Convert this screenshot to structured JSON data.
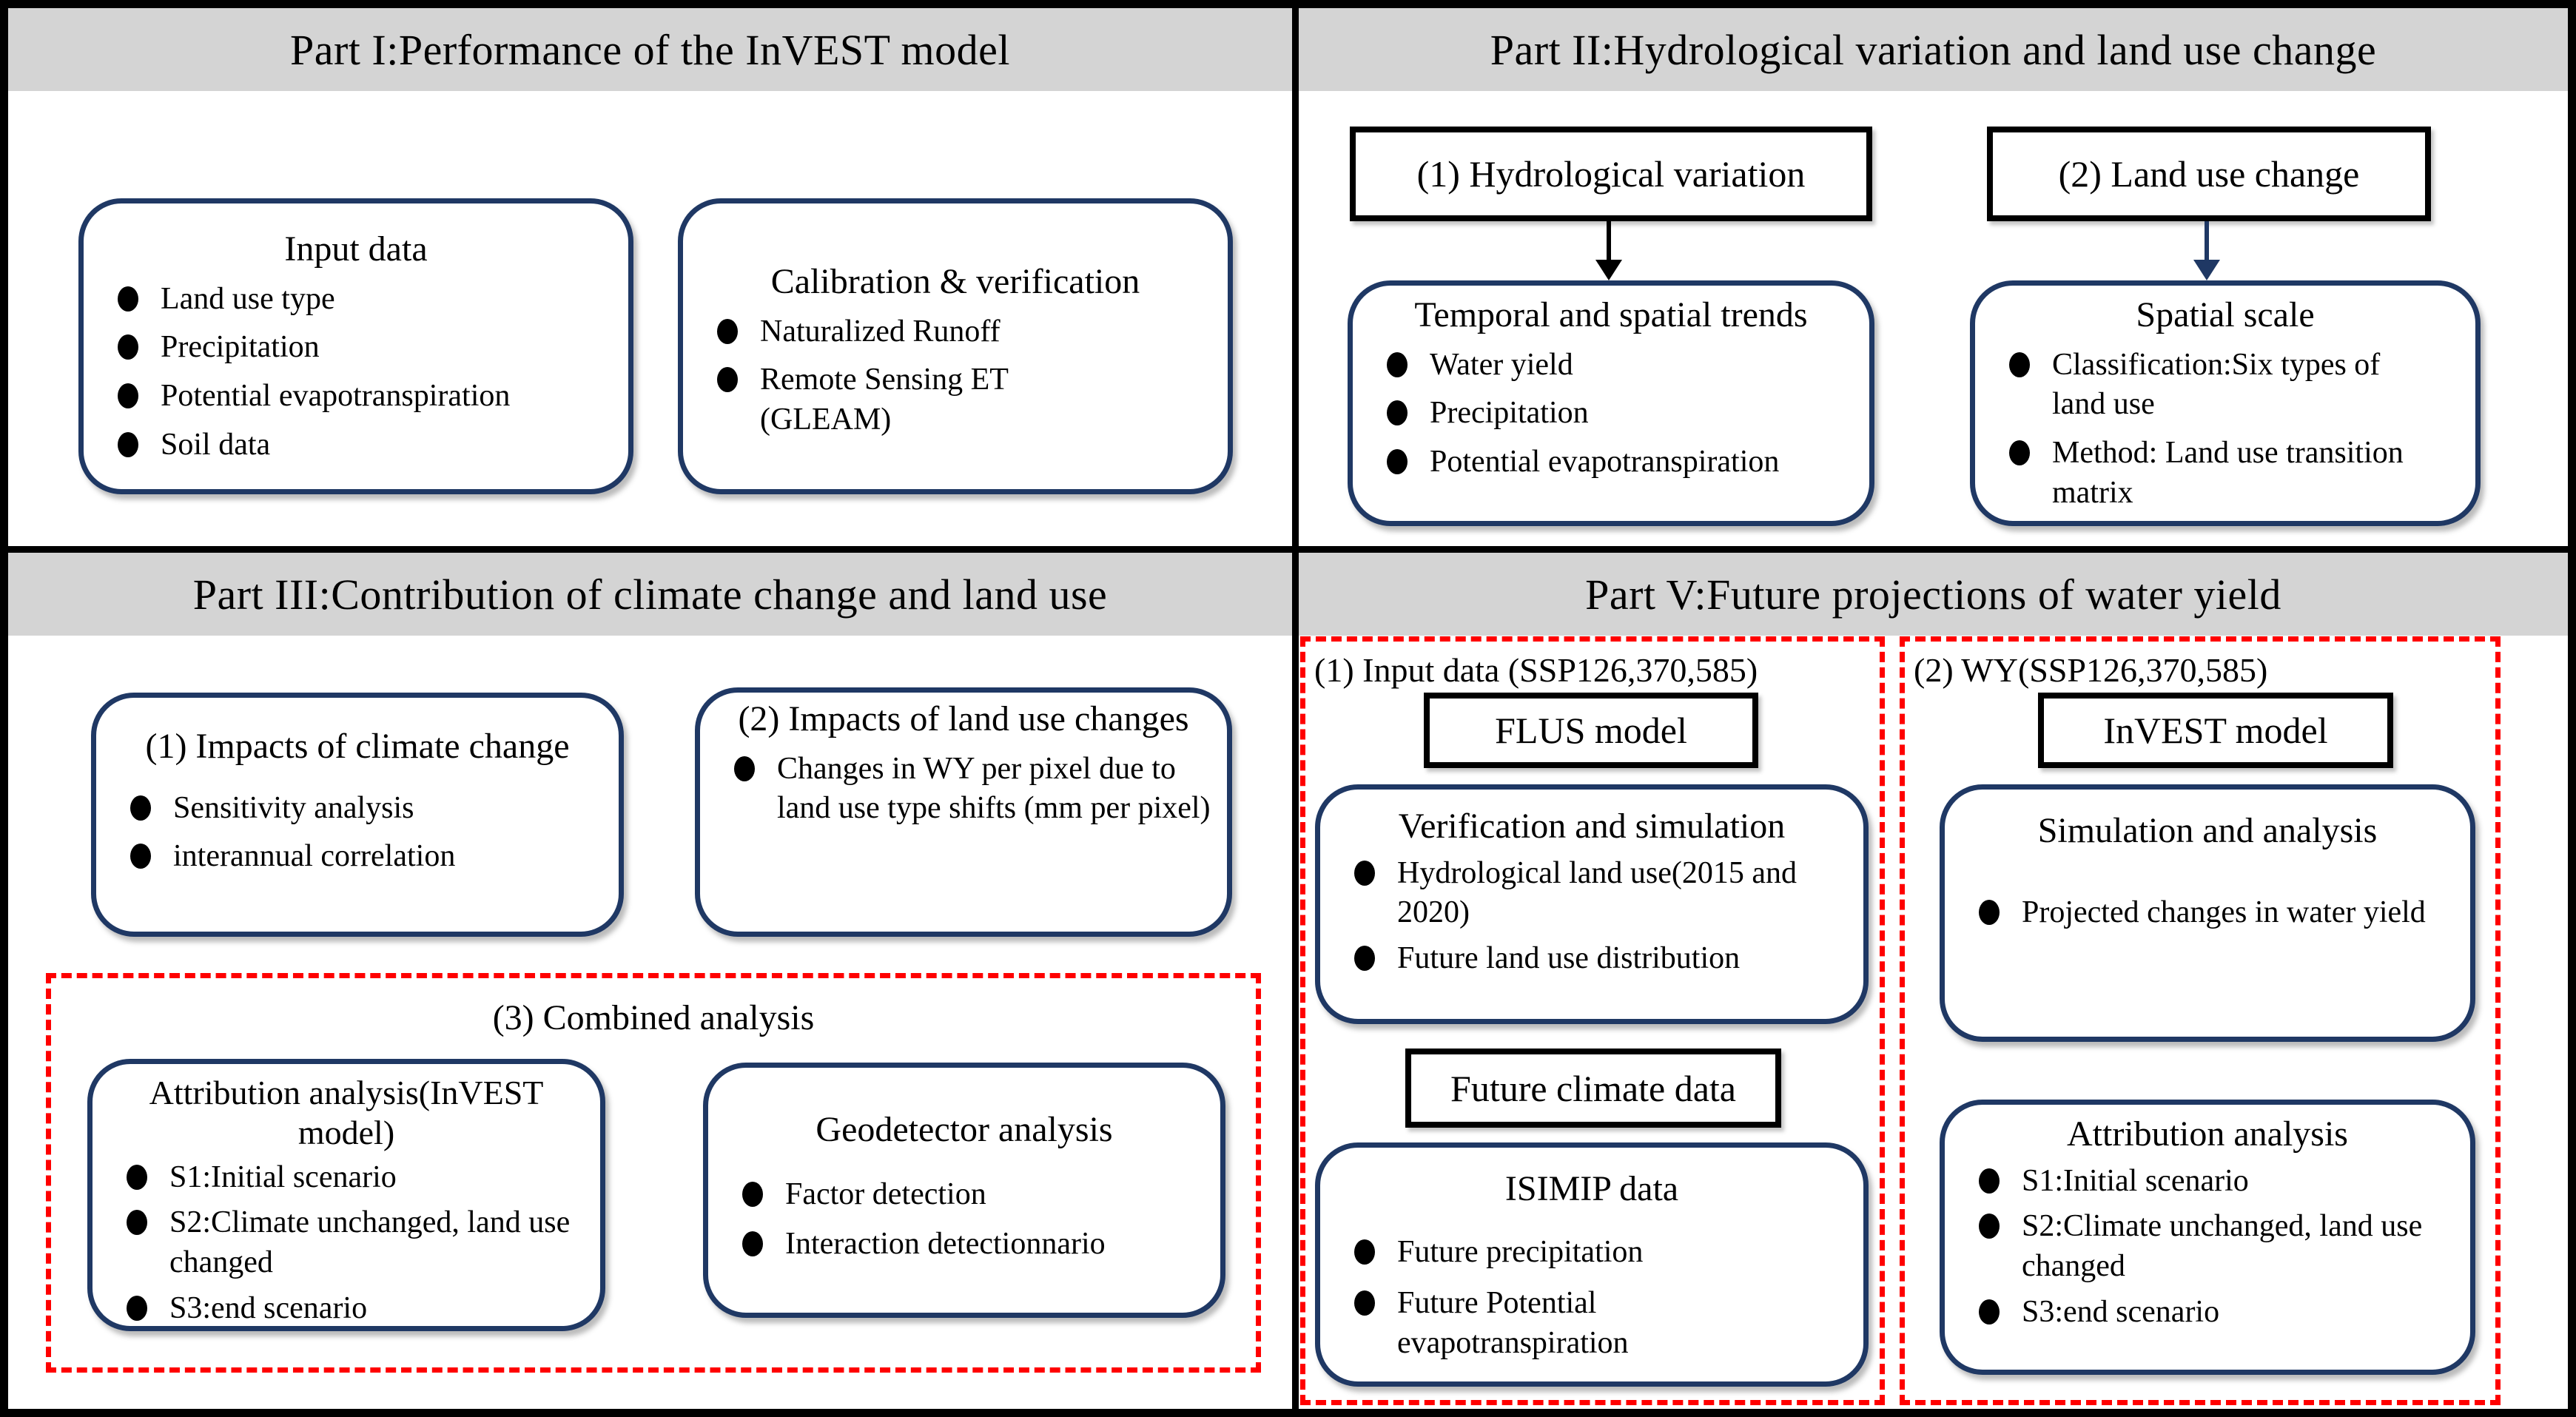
{
  "colors": {
    "box_border_navy": "#1f3864",
    "dashed_red": "#ff0000",
    "header_band_gray": "#d4d4d4",
    "line_black": "#000000"
  },
  "part1": {
    "title": "Part I:Performance of the InVEST model",
    "input_box": {
      "title": "Input data",
      "bullets": [
        "Land use type",
        "Precipitation",
        "Potential evapotranspiration",
        "Soil data"
      ]
    },
    "calibration_box": {
      "title": "Calibration & verification",
      "bullets": [
        "Naturalized Runoff",
        "Remote Sensing ET (GLEAM)"
      ]
    }
  },
  "part2": {
    "title": "Part II:Hydrological variation and land use change",
    "label1": "(1) Hydrological variation",
    "label2": "(2) Land use change",
    "trends_box": {
      "title": "Temporal and spatial trends",
      "bullets": [
        "Water yield",
        "Precipitation",
        "Potential evapotranspiration"
      ]
    },
    "spatial_box": {
      "title": "Spatial scale",
      "bullets": [
        "Classification:Six types of land use",
        "Method: Land use transition matrix"
      ]
    }
  },
  "part3": {
    "title": "Part III:Contribution of climate change and land use",
    "climate_box": {
      "title": "(1) Impacts of climate change",
      "bullets": [
        "Sensitivity analysis",
        "interannual correlation"
      ]
    },
    "landuse_box": {
      "title": "(2) Impacts of land use changes",
      "bullets": [
        "Changes in WY per pixel due to land use type shifts (mm per pixel)"
      ]
    },
    "combined": {
      "title": "(3) Combined analysis",
      "attribution_box": {
        "title": "Attribution analysis(InVEST model)",
        "bullets": [
          "S1:Initial scenario",
          "S2:Climate unchanged, land use changed",
          "S3:end scenario"
        ]
      },
      "geodetector_box": {
        "title": "Geodetector analysis",
        "bullets": [
          "Factor detection",
          "Interaction detectionnario"
        ]
      }
    }
  },
  "part5": {
    "title": "Part V:Future projections of water yield",
    "col1": {
      "label": "(1) Input data (SSP126,370,585)",
      "flus_label": "FLUS model",
      "verification_box": {
        "title": "Verification and simulation",
        "bullets": [
          "Hydrological land use(2015 and 2020)",
          "Future land use distribution"
        ]
      },
      "climate_label": "Future climate data",
      "isimip_box": {
        "title": "ISIMIP data",
        "bullets": [
          "Future precipitation",
          "Future Potential evapotranspiration"
        ]
      }
    },
    "col2": {
      "label": "(2) WY(SSP126,370,585)",
      "invest_label": "InVEST model",
      "simulation_box": {
        "title": "Simulation and analysis",
        "bullets": [
          "Projected changes in water yield"
        ]
      },
      "attribution_box": {
        "title": "Attribution analysis",
        "bullets": [
          "S1:Initial scenario",
          "S2:Climate unchanged, land use changed",
          "S3:end scenario"
        ]
      }
    }
  }
}
